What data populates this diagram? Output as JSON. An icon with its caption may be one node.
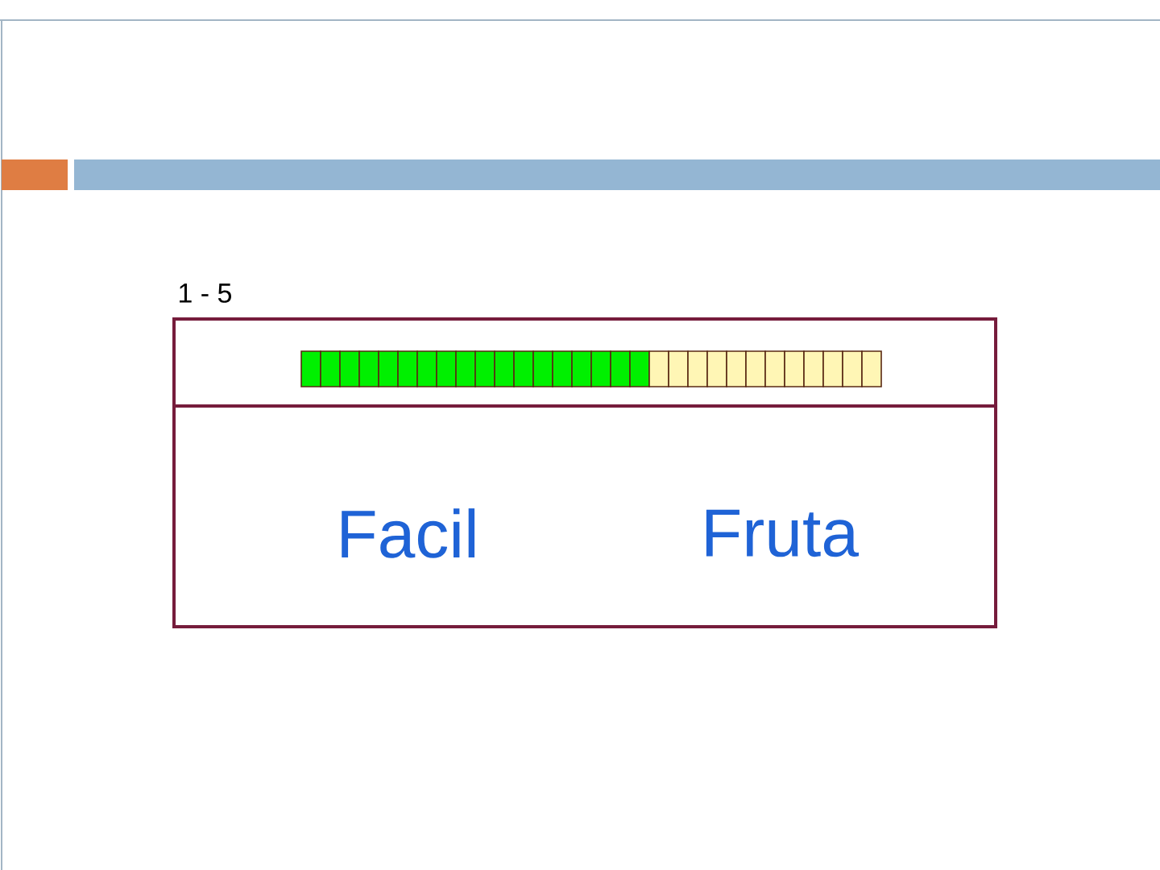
{
  "diagram": {
    "nodes": [
      {
        "text": [],
        "shape": "box"
      },
      {
        "text": [
          "Facil",
          "Fruta"
        ]
      }
    ],
    "labels": [
      "1 - 5"
    ]
  }
}
